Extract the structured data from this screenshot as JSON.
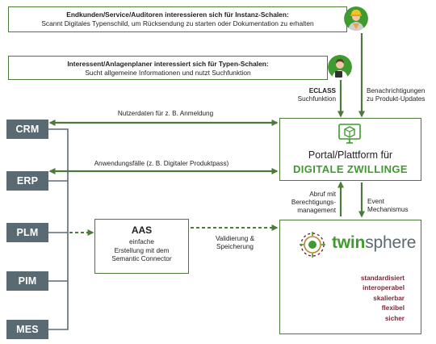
{
  "banners": {
    "top": {
      "title": "Endkunden/Service/Auditoren interessieren sich für Instanz-Schalen:",
      "subtitle": "Scannt Digitales Typenschild, um Rücksendung zu starten oder Dokumentation zu erhalten"
    },
    "second": {
      "title": "Interessent/Anlagenplaner interessiert sich für Typen-Schalen:",
      "subtitle": "Sucht allgemeine Informationen und nutzt Suchfunktion"
    }
  },
  "arrow_labels": {
    "eclass": "ECLASS",
    "suchfunktion": "Suchfunktion",
    "benachrichtigungen": "Benachrichtigungen",
    "produkt_updates": "zu Produkt-Updates",
    "nutzerdaten": "Nutzerdaten für z. B. Anmeldung",
    "anwendungsfaelle": "Anwendungsfälle (z. B. Digitaler Produktpass)",
    "abruf1": "Abruf mit",
    "abruf2": "Berechtigungs-",
    "abruf3": "management",
    "event1": "Event",
    "event2": "Mechanismus",
    "validierung1": "Validierung &",
    "validierung2": "Speicherung"
  },
  "systems": [
    "CRM",
    "ERP",
    "PLM",
    "PIM",
    "MES"
  ],
  "portal": {
    "line1": "Portal/Plattform für",
    "line2": "DIGITALE ZWILLINGE"
  },
  "aas": {
    "title": "AAS",
    "line1": "einfache",
    "line2": "Erstellung mit dem",
    "line3": "Semantic Connector"
  },
  "twinsphere": {
    "logo_twin": "twin",
    "logo_sphere": "sphere",
    "features": [
      "standardisiert",
      "interoperabel",
      "skalierbar",
      "flexibel",
      "sicher"
    ]
  },
  "colors": {
    "green": "#4b7a3a",
    "bright_green": "#3f9a2f",
    "system_gray": "#5a6a72",
    "feature_red": "#7a2a3a"
  }
}
